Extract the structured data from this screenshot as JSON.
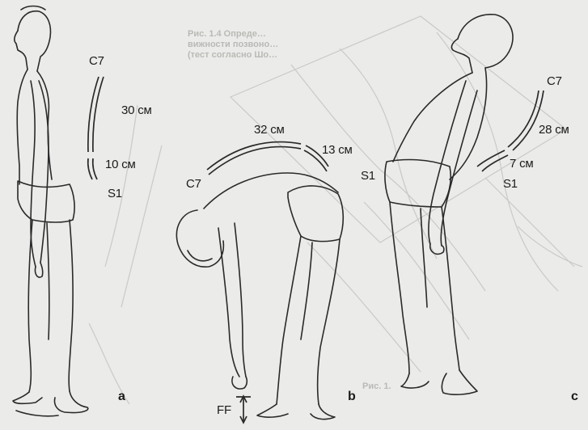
{
  "figure": {
    "panel_a": {
      "letter": "a",
      "top_vertebra": "C7",
      "bottom_vertebra": "S1",
      "upper_segment": "30 см",
      "lower_segment": "10 см"
    },
    "panel_b": {
      "letter": "b",
      "top_vertebra": "C7",
      "upper_segment": "32 см",
      "lower_segment": "13 см",
      "finger_floor": "FF"
    },
    "panel_c": {
      "letter": "c",
      "top_vertebra": "C7",
      "bottom_vertebra": "S1",
      "upper_segment": "28 см",
      "lower_segment": "7 см"
    }
  },
  "bleed_through": {
    "caption_top": "Рис. 1.4 Опреде…\nвижности позвоно…\n(тест согласно Шо…",
    "caption_bottom": "Рис. 1."
  },
  "colors": {
    "line": "#2a2a2a",
    "ghost": "#c6c6c3",
    "paper": "#ebebe9"
  }
}
